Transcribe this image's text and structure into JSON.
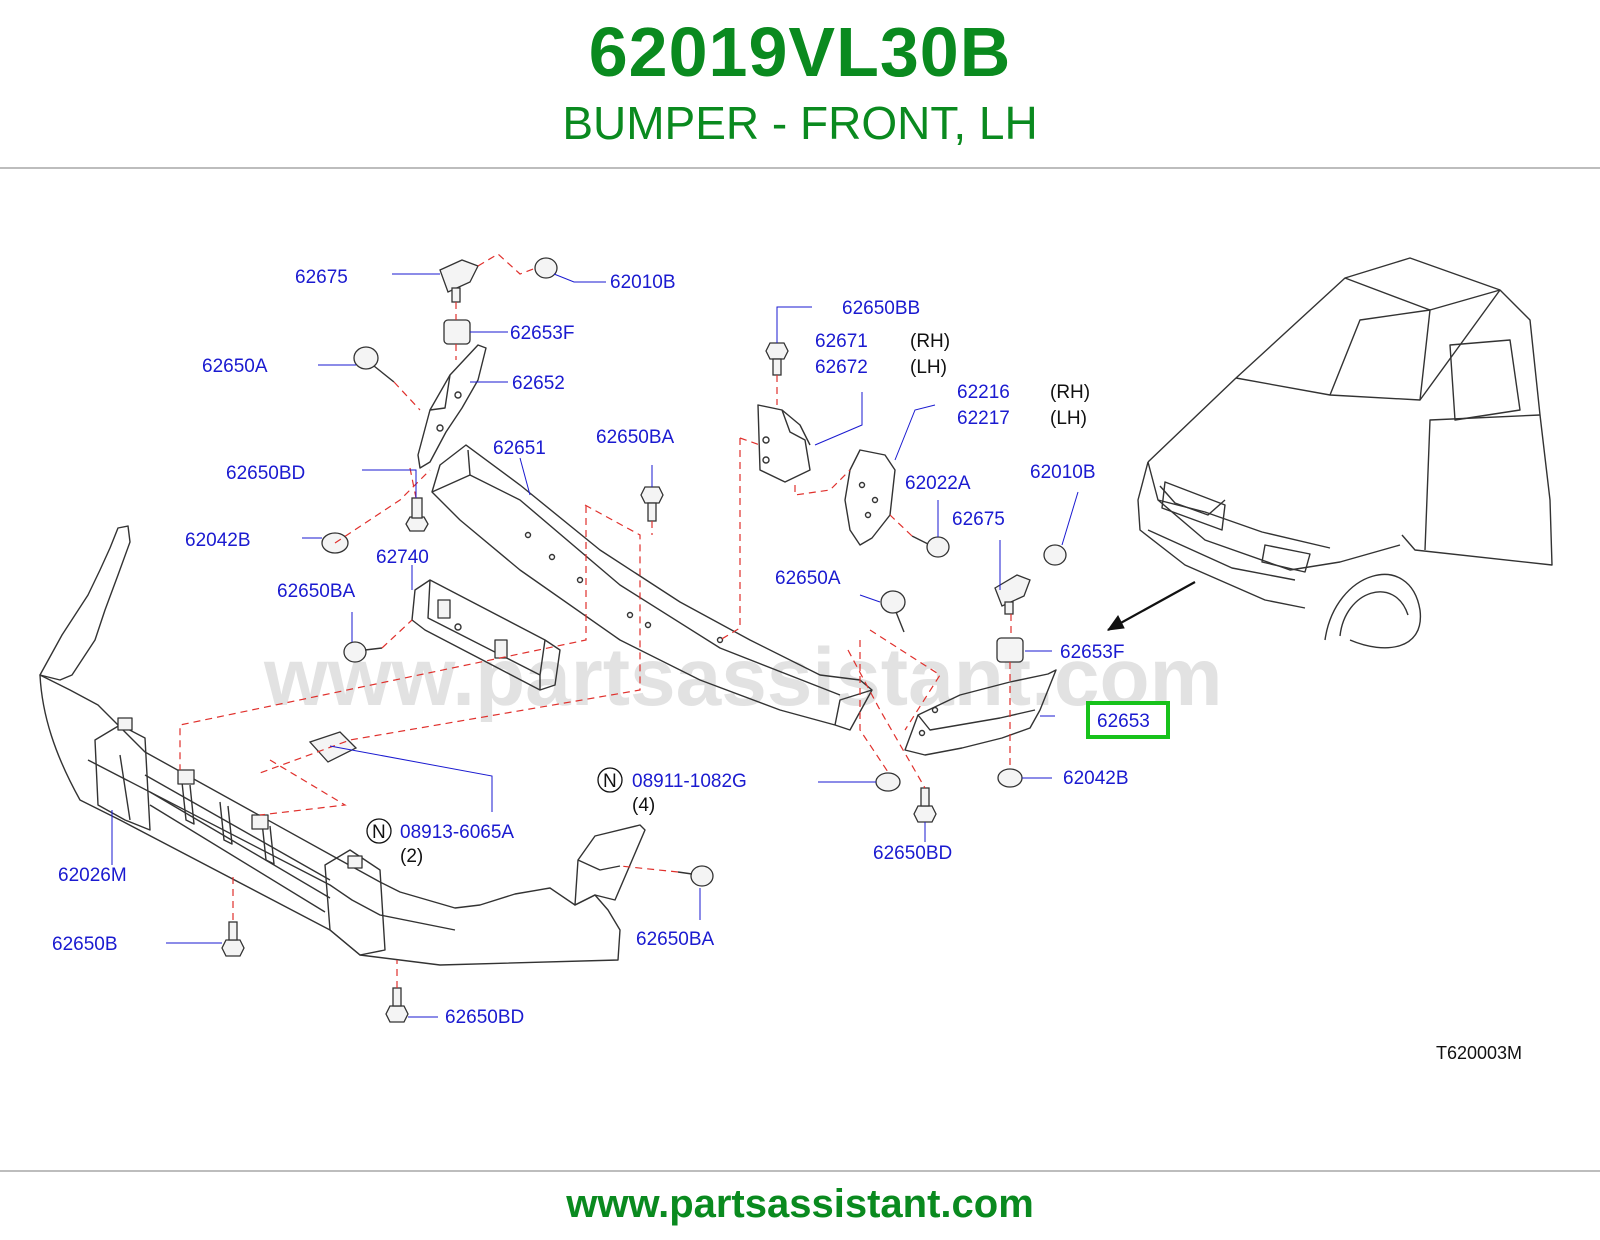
{
  "header": {
    "part_number": "62019VL30B",
    "description": "BUMPER - FRONT, LH"
  },
  "diagram": {
    "watermark": "www.partsassistant.com",
    "code": "T620003M",
    "highlight_color": "#17c21b",
    "labels": {
      "p62675_l": "62675",
      "p62010B_l": "62010B",
      "p62653F_l": "62653F",
      "p62650A_l": "62650A",
      "p62652": "62652",
      "p62650BD_l": "62650BD",
      "p62042B_l": "62042B",
      "p62740": "62740",
      "p62650BA_l": "62650BA",
      "p62651": "62651",
      "p62650BA_c": "62650BA",
      "p62650BB": "62650BB",
      "p62671": "62671",
      "p62672": "62672",
      "p62216": "62216",
      "p62217": "62217",
      "p62022A": "62022A",
      "p62675_r": "62675",
      "p62010B_r": "62010B",
      "p62650A_c": "62650A",
      "p62653F_r": "62653F",
      "p62653": "62653",
      "p62042B_r": "62042B",
      "p62650BD_r": "62650BD",
      "p08911": "08911-1082G",
      "p08913": "08913-6065A",
      "p62026M": "62026M",
      "p62650B": "62650B",
      "p62650BA_b": "62650BA",
      "p62650BD_b": "62650BD"
    },
    "notes": {
      "rh1": "(RH)",
      "lh1": "(LH)",
      "rh2": "(RH)",
      "lh2": "(LH)",
      "q4": "(4)",
      "q2": "(2)",
      "n1": "N",
      "n2": "N"
    }
  },
  "footer": {
    "url": "www.partsassistant.com"
  }
}
